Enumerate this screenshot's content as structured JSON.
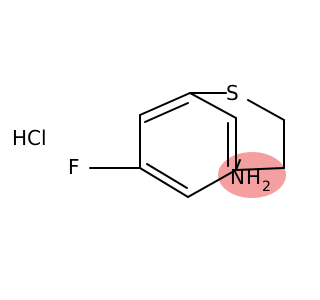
{
  "molecule": {
    "salt_label": "HCl",
    "atoms": {
      "sulfur": "S",
      "fluorine": "F",
      "amine_n": "N",
      "amine_h": "H",
      "amine_subscript": "2"
    },
    "highlight_color": "#f4a0a0"
  }
}
